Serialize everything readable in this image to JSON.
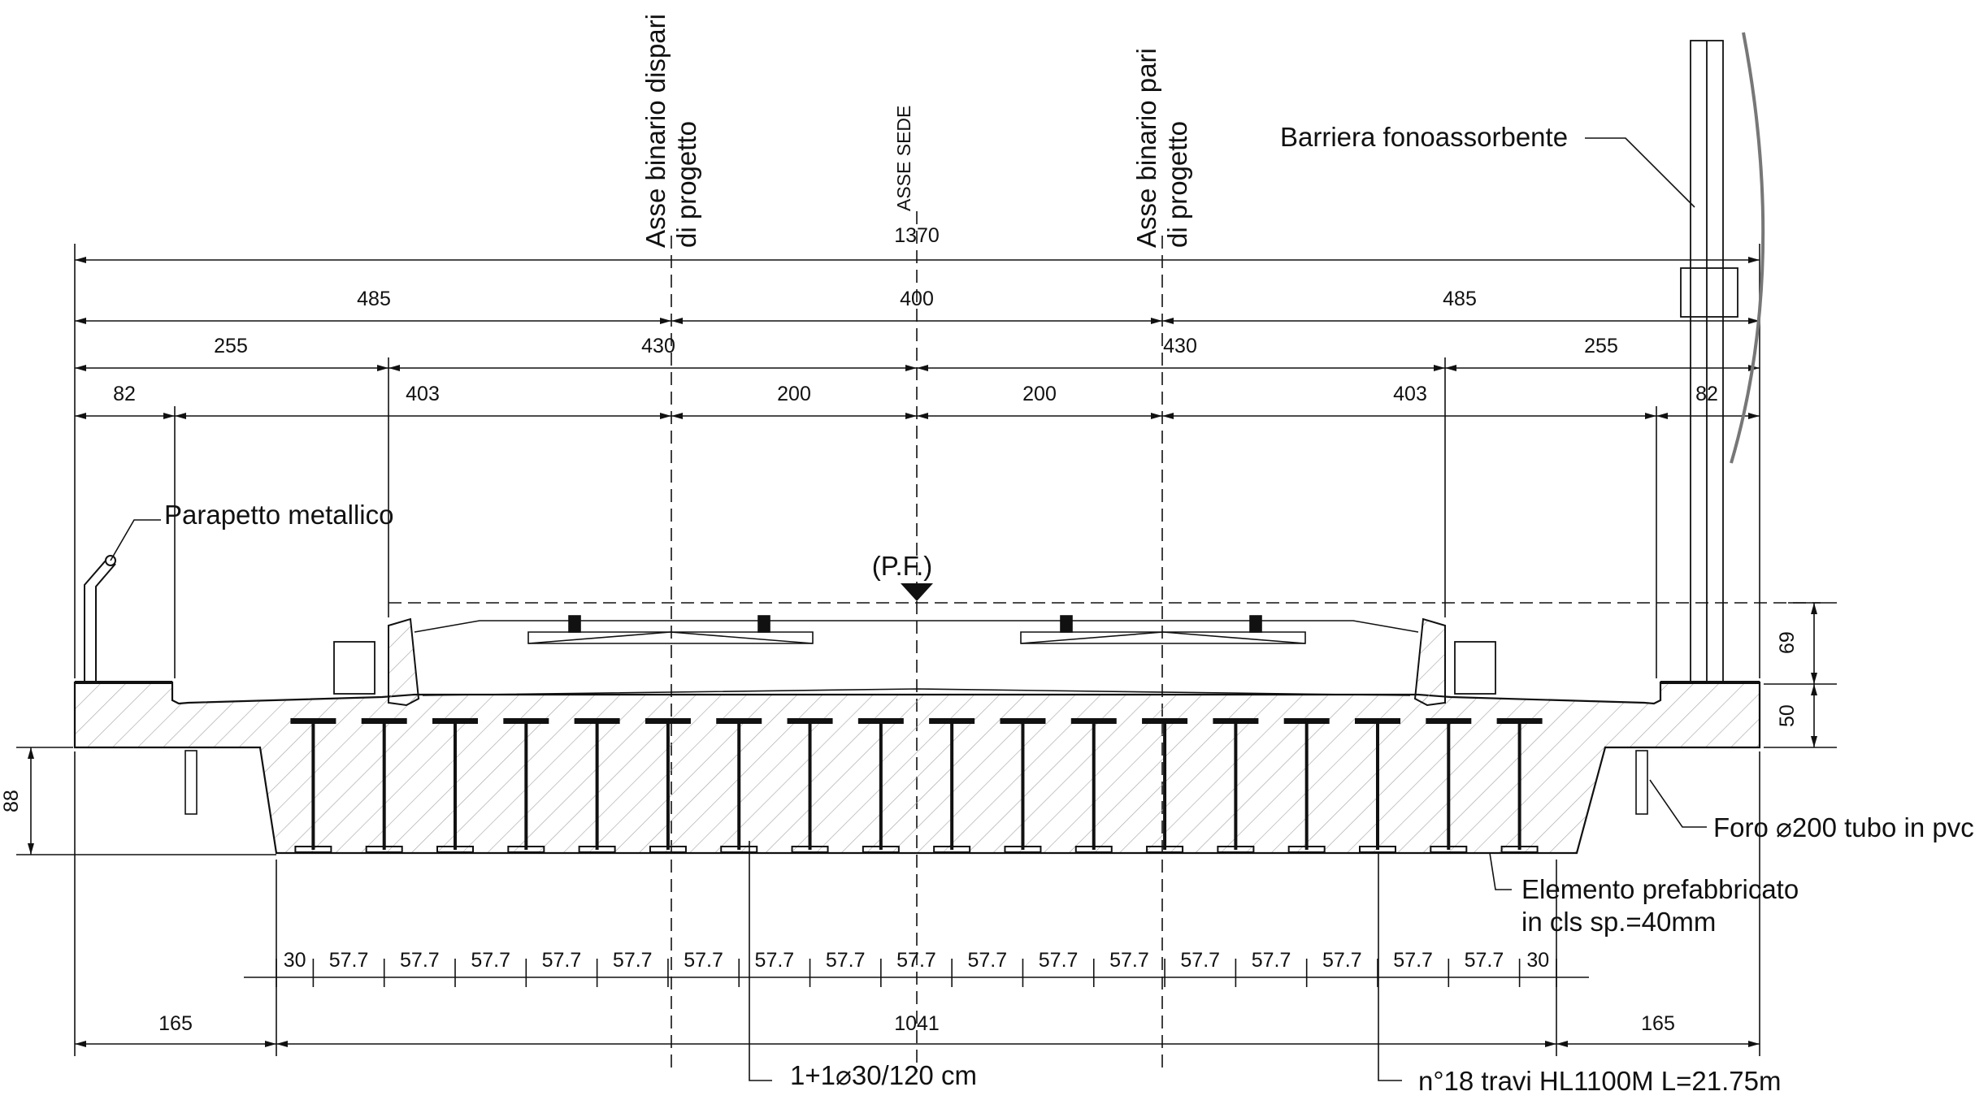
{
  "labels": {
    "asse_dispari": [
      "Asse binario dispari",
      "di progetto"
    ],
    "asse_sede": "ASSE SEDE",
    "asse_pari": [
      "Asse binario pari",
      "di progetto"
    ],
    "barriera": "Barriera fonoassorbente",
    "parapetto": "Parapetto metallico",
    "pf": "(P.F.)",
    "foro": "Foro ⌀200 tubo in pvc",
    "elemento": [
      "Elemento prefabbricato",
      "in cls sp.=40mm"
    ],
    "armatura": "1+1⌀30/120 cm",
    "travi": "n°18 travi HL1100M L=21.75m"
  },
  "dimensions": {
    "overall": "1370",
    "row2": [
      "485",
      "400",
      "485"
    ],
    "row3": [
      "255",
      "430",
      "430",
      "255"
    ],
    "row4": [
      "82",
      "403",
      "200",
      "200",
      "403",
      "82"
    ],
    "right_vertical": [
      "69",
      "50"
    ],
    "left_vertical": "88",
    "beam_spacing": [
      "30",
      "57.7",
      "57.7",
      "57.7",
      "57.7",
      "57.7",
      "57.7",
      "57.7",
      "57.7",
      "57.7",
      "57.7",
      "57.7",
      "57.7",
      "57.7",
      "57.7",
      "57.7",
      "57.7",
      "57.7",
      "30"
    ],
    "bottom": [
      "165",
      "1041",
      "165"
    ]
  },
  "colors": {
    "line": "#111111",
    "hatch": "#9a9a9a"
  }
}
